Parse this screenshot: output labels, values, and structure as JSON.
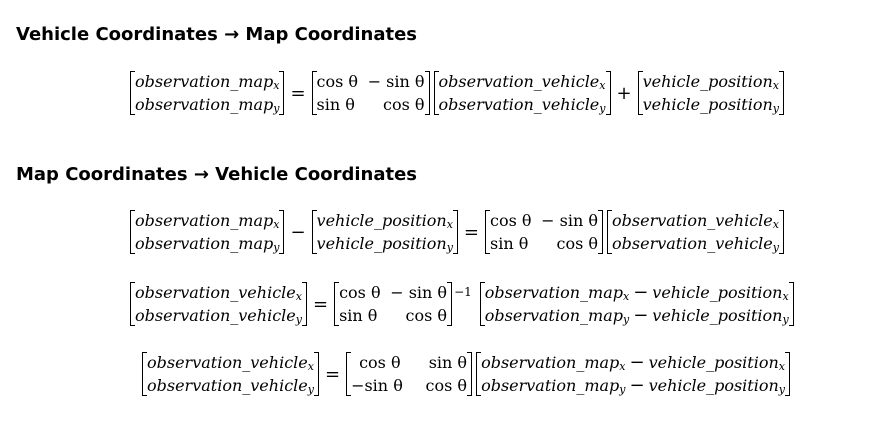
{
  "headings": {
    "vehicle_to_map": "Vehicle Coordinates → Map Coordinates",
    "map_to_vehicle": "Map Coordinates → Vehicle Coordinates"
  },
  "terms": {
    "obs_map": "observation_map",
    "obs_vehicle": "observation_vehicle",
    "vehicle_pos": "vehicle_position",
    "sub_x": "x",
    "sub_y": "y"
  },
  "rotation": {
    "cos": "cos θ",
    "sin": "sin θ",
    "neg_sin": "− sin θ",
    "neg_sin_tight": "−sin θ"
  },
  "operators": {
    "equals": "=",
    "plus": "+",
    "minus": "−",
    "inverse": "−1"
  }
}
